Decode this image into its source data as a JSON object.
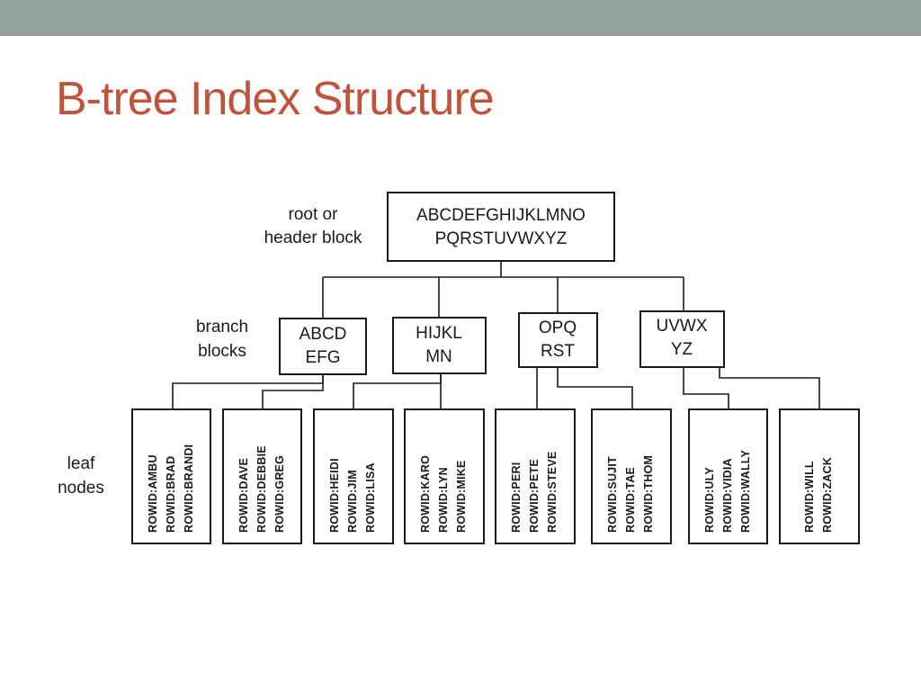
{
  "slide": {
    "title": "B-tree Index Structure",
    "top_bar_color": "#93a29b",
    "title_color": "#c0533a"
  },
  "labels": {
    "root": [
      "root or",
      "header block"
    ],
    "branch": [
      "branch",
      "blocks"
    ],
    "leaf": [
      "leaf",
      "nodes"
    ]
  },
  "root": {
    "lines": [
      "ABCDEFGHIJKLMNO",
      "PQRSTUVWXYZ"
    ]
  },
  "branches": [
    {
      "lines": [
        "ABCD",
        "EFG"
      ]
    },
    {
      "lines": [
        "HIJKL",
        "MN"
      ]
    },
    {
      "lines": [
        "OPQ",
        "RST"
      ]
    },
    {
      "lines": [
        "UVWX",
        "YZ"
      ]
    }
  ],
  "leaves": [
    {
      "branch": 0,
      "entries": [
        "ROWID:AMBU",
        "ROWID:BRAD",
        "ROWID:BRANDI"
      ]
    },
    {
      "branch": 0,
      "entries": [
        "ROWID:DAVE",
        "ROWID:DEBBIE",
        "ROWID:GREG"
      ]
    },
    {
      "branch": 1,
      "entries": [
        "ROWID:HEIDI",
        "ROWID:JIM",
        "ROWID:LISA"
      ]
    },
    {
      "branch": 1,
      "entries": [
        "ROWID:KARO",
        "ROWID:LYN",
        "ROWID:MIKE"
      ]
    },
    {
      "branch": 2,
      "entries": [
        "ROWID:PERI",
        "ROWID:PETE",
        "ROWID:STEVE"
      ]
    },
    {
      "branch": 2,
      "entries": [
        "ROWID:SUJIT",
        "ROWID:TAE",
        "ROWID:THOM"
      ]
    },
    {
      "branch": 3,
      "entries": [
        "ROWID:ULY",
        "ROWID:VIDIA",
        "ROWID:WALLY"
      ]
    },
    {
      "branch": 3,
      "entries": [
        "ROWID:WILL",
        "ROWID:ZACK"
      ]
    }
  ]
}
